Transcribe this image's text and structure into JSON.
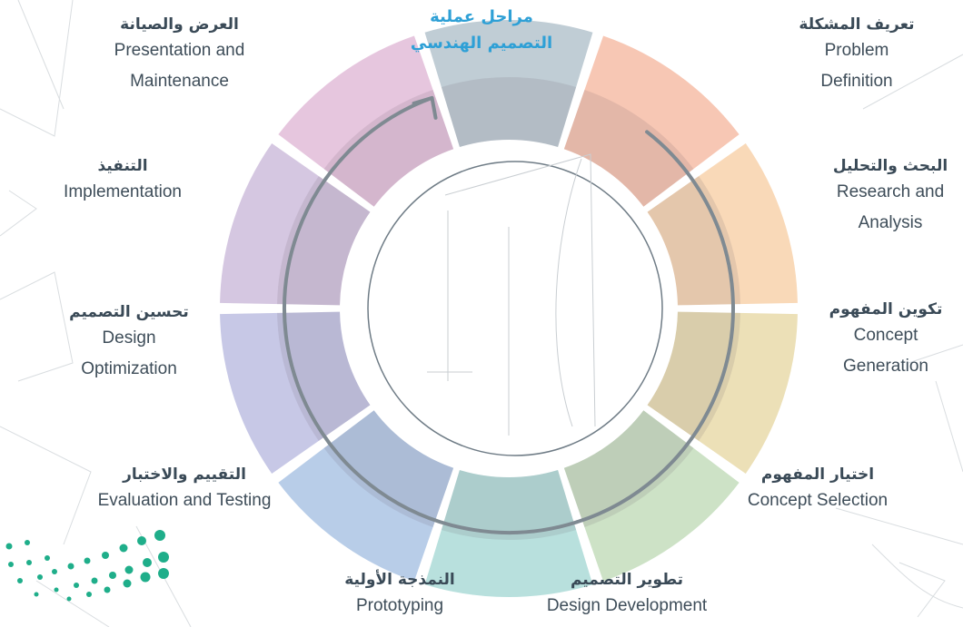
{
  "title": {
    "line1": "مراحل عملية",
    "line2": "التصميم الهندسي"
  },
  "stages": [
    {
      "ar": "تعريف المشكلة",
      "en1": "Problem",
      "en2": "Definition",
      "color": "#f7c7b4"
    },
    {
      "ar": "البحث والتحليل",
      "en1": "Research and",
      "en2": "Analysis",
      "color": "#f9d9b8"
    },
    {
      "ar": "تكوين المفهوم",
      "en1": "Concept",
      "en2": "Generation",
      "color": "#ece0b7"
    },
    {
      "ar": "اختيار المفهوم",
      "en1": "Concept Selection",
      "en2": "",
      "color": "#cde2c6"
    },
    {
      "ar": "تطوير التصميم",
      "en1": "Design Development",
      "en2": "",
      "color": "#b8e0dd"
    },
    {
      "ar": "النمذجة الأولية",
      "en1": "Prototyping",
      "en2": "",
      "color": "#b8cde8"
    },
    {
      "ar": "التقييم والاختبار",
      "en1": "Evaluation and Testing",
      "en2": "",
      "color": "#c7c8e6"
    },
    {
      "ar": "تحسين التصميم",
      "en1": "Design",
      "en2": "Optimization",
      "color": "#d5c7e1"
    },
    {
      "ar": "التنفيذ",
      "en1": "Implementation",
      "en2": "",
      "color": "#e6c6de"
    },
    {
      "ar": "العرض والصيانة",
      "en1": "Presentation and",
      "en2": "Maintenance",
      "color": "#c0cdd5"
    }
  ],
  "colors": {
    "arrow": "#7f8a92",
    "title": "#2ea0d6",
    "logo_green": "#1fae8a"
  }
}
